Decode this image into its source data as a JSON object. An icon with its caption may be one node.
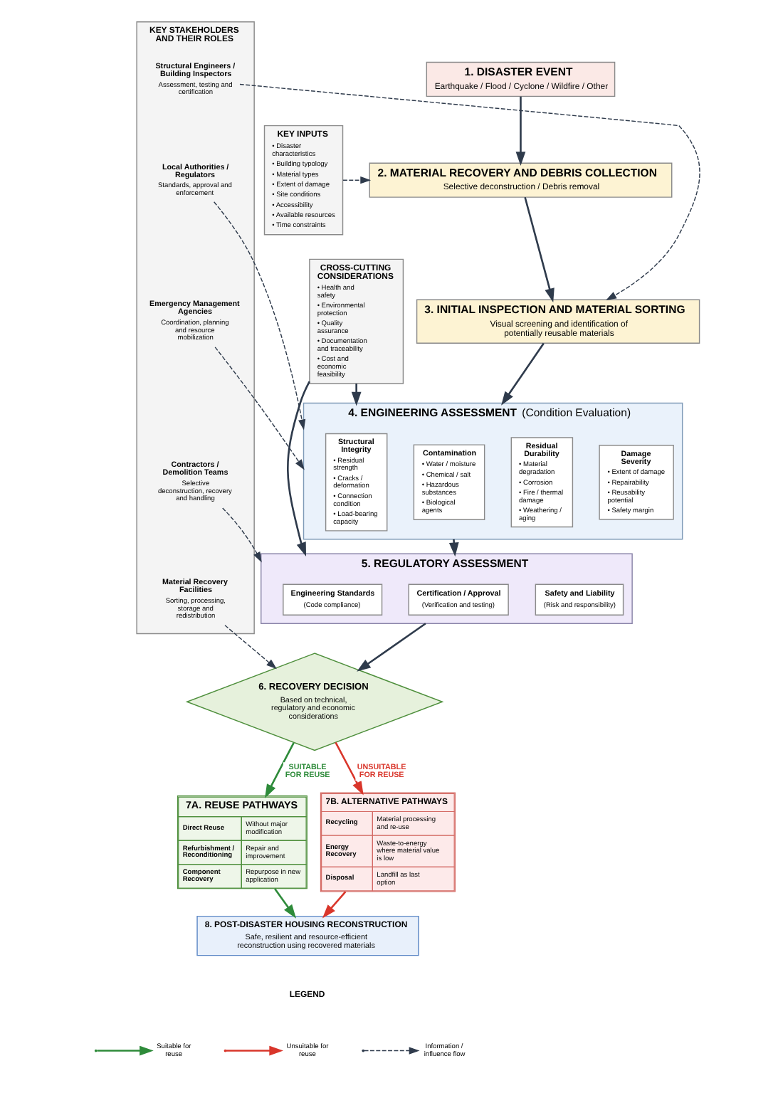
{
  "diagram": {
    "nodes": [
      {
        "text": [
          "1. DISASTER EVENT",
          "Earthquake / Flood / Cyclone / Wildfire / Other"
        ]
      },
      {
        "text": [
          "2. MATERIAL RECOVERY AND DEBRIS COLLECTION",
          "Selective deconstruction / Debris removal"
        ]
      },
      {
        "text": [
          "KEY INPUTS",
          "• Disaster characteristics",
          "• Building typology",
          "• Material types",
          "• Extent of damage",
          "• Site conditions",
          "• Accessibility",
          "• Available resources",
          "• Time constraints"
        ]
      },
      {
        "text": [
          "3. INITIAL INSPECTION AND MATERIAL SORTING",
          "Visual screening and identification of potentially reusable materials"
        ]
      },
      {
        "text": [
          "KEY STAKEHOLDERS AND THEIR ROLES"
        ]
      },
      {
        "text": [
          "Structural Engineers / Building Inspectors",
          "Assessment, testing and certification"
        ],
        "in": 4
      },
      {
        "text": [
          "Local Authorities / Regulators",
          "Standards, approval and enforcement"
        ],
        "in": 4
      },
      {
        "text": [
          "Emergency Management Agencies",
          "Coordination, planning and resource mobilization"
        ],
        "in": 4
      },
      {
        "text": [
          "Contractors / Demolition Teams",
          "Selective deconstruction, recovery and handling"
        ],
        "in": 4
      },
      {
        "text": [
          "Material Recovery Facilities",
          "Sorting, processing, storage and redistribution"
        ],
        "in": 4
      },
      {
        "text": [
          "**4. ENGINEERING ASSESSMENT** (Condition Evaluation)"
        ]
      },
      {
        "text": [
          "Structural Integrity",
          "• Residual strength",
          "• Cracks / deformation",
          "• Connection condition",
          "• Load-bearing capacity"
        ],
        "in": 10
      },
      {
        "text": [
          "Contamination",
          "• Water / moisture",
          "• Chemical / salt",
          "• Hazardous substances",
          "• Biological agents"
        ],
        "in": 10
      },
      {
        "text": [
          "Residual Durability",
          "• Material degradation",
          "• Corrosion",
          "• Fire / thermal damage",
          "• Weathering / aging"
        ],
        "in": 10
      },
      {
        "text": [
          "Damage Severity",
          "• Extent of damage",
          "• Repairability",
          "• Reusability potential",
          "• Safety margin"
        ],
        "in": 10
      },
      {
        "text": [
          "CROSS-CUTTING CONSIDERATIONS",
          "• Health and safety",
          "• Environmental protection",
          "• Quality assurance",
          "• Documentation and traceability",
          "• Cost and economic feasibility"
        ]
      },
      {
        "text": [
          "5. REGULATORY ASSESSMENT"
        ]
      },
      {
        "text": [
          "Engineering Standards",
          "(Code compliance)"
        ],
        "in": 16
      },
      {
        "text": [
          "Certification / Approval",
          "(Verification and testing)"
        ],
        "in": 16
      },
      {
        "text": [
          "Safety and Liability",
          "(Risk and responsibility)"
        ],
        "in": 16
      },
      {
        "text": [
          "6. RECOVERY DECISION",
          "Based on technical, regulatory and economic considerations"
        ]
      },
      {
        "text": [
          "7A. REUSE PATHWAYS",
          "Direct Reuse",
          "Without major modification",
          "Refurbishment / Reconditioning",
          "Repair and improvement",
          "Component Recovery",
          "Repurpose in new application"
        ]
      },
      {
        "text": [
          "7B. ALTERNATIVE PATHWAYS",
          "Recycling",
          "Material processing and re-use",
          "Energy Recovery",
          "Waste-to-energy where material value is low",
          "Disposal",
          "Landfill as last option"
        ]
      },
      {
        "text": [
          "8. POST-DISASTER HOUSING RECONSTRUCTION",
          "Safe, resilient and resource-efficient reconstruction using recovered materials"
        ]
      }
    ],
    "edges": [
      {
        "from": 0,
        "to": 1,
        "arrow": "to"
      },
      {
        "from": 1,
        "to": 3,
        "arrow": "to"
      },
      {
        "from": 3,
        "to": 10,
        "arrow": "to"
      },
      {
        "from": 10,
        "to": 16,
        "arrow": "to"
      },
      {
        "from": 16,
        "to": 20,
        "arrow": "to"
      },
      {
        "from": 20,
        "to": 21,
        "arrow": "to",
        "label": "SUITABLE FOR REUSE",
        "color": "#2e8b3a"
      },
      {
        "from": 20,
        "to": 22,
        "arrow": "to",
        "label": "UNSUITABLE FOR REUSE",
        "color": "#d9362b"
      },
      {
        "from": 21,
        "to": 23,
        "arrow": "to",
        "color": "#2e8b3a"
      },
      {
        "from": 22,
        "to": 23,
        "arrow": "to",
        "color": "#d9362b"
      },
      {
        "from": 2,
        "to": 1,
        "arrow": "to",
        "style": "dashed"
      },
      {
        "from": 5,
        "to": 3,
        "arrow": "to",
        "style": "dashed"
      },
      {
        "from": 6,
        "to": 10,
        "arrow": "to",
        "style": "dashed"
      },
      {
        "from": 7,
        "to": 10,
        "arrow": "to",
        "style": "dashed"
      },
      {
        "from": 8,
        "to": 16,
        "arrow": "to",
        "style": "dashed"
      },
      {
        "from": 9,
        "to": 20,
        "arrow": "to",
        "style": "dashed"
      },
      {
        "from": 15,
        "to": 10,
        "arrow": "to"
      },
      {
        "from": 15,
        "to": 16,
        "arrow": "to"
      }
    ],
    "labels": [
      "LEGEND"
    ],
    "legend": [
      {
        "text": "Suitable for reuse",
        "color": "#2e8b3a"
      },
      {
        "text": "Unsuitable for reuse",
        "color": "#d9362b"
      },
      {
        "text": "Information / influence flow"
      }
    ]
  }
}
